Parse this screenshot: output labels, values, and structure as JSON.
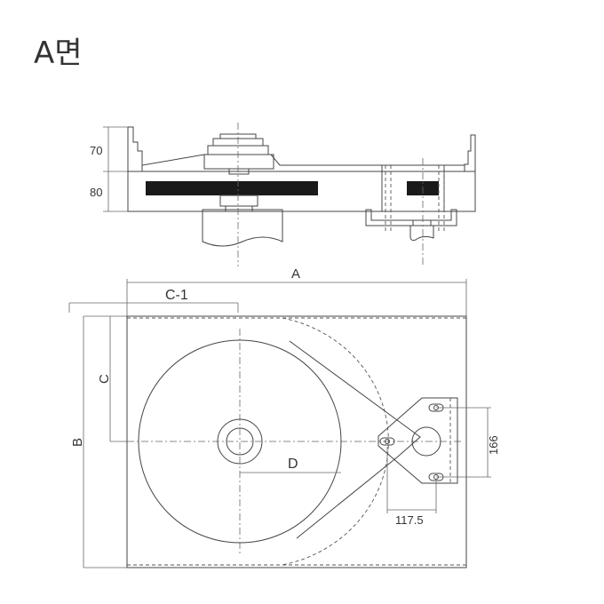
{
  "title": "A면",
  "side_view": {
    "dim_top": "70",
    "dim_bottom": "80"
  },
  "plan_view": {
    "dim_A": "A",
    "dim_B": "B",
    "dim_C": "C",
    "dim_C1": "C-1",
    "dim_D": "D",
    "dim_166": "166",
    "dim_117_5": "117.5"
  }
}
